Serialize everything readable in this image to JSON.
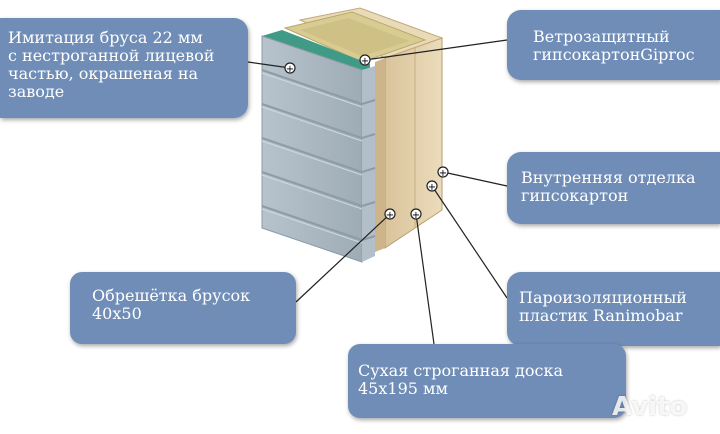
{
  "callouts": {
    "imitation": [
      "Имитация бруса 22 мм",
      "с нестроганной лицевой",
      "частью, окрашеная на",
      "заводе"
    ],
    "windproof": [
      "Ветрозащитный",
      "гипсокартонGiproc"
    ],
    "inner": [
      "Внутренняя отделка",
      "гипсокартон"
    ],
    "vapor": [
      "Пароизоляционный",
      "пластик Ranimobar"
    ],
    "batten": [
      "Обрешётка брусок",
      "40х50"
    ],
    "board": [
      "Сухая строганная доска",
      "45х195 мм"
    ]
  },
  "watermark": "Avito",
  "colors": {
    "callout_bg": "#6f8db7",
    "cladding": "#aebcc5",
    "wood": "#e3cfa8",
    "insulation": "#d9cc93",
    "membrane": "#3f9a86"
  }
}
